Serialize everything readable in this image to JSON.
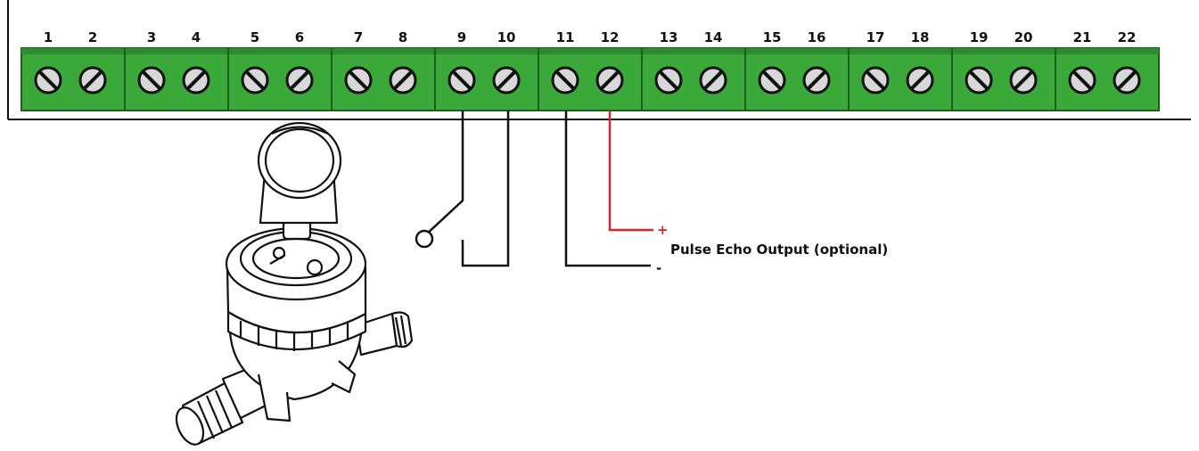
{
  "terminal_block": {
    "terminals": [
      "1",
      "2",
      "3",
      "4",
      "5",
      "6",
      "7",
      "8",
      "9",
      "10",
      "11",
      "12",
      "13",
      "14",
      "15",
      "16",
      "17",
      "18",
      "19",
      "20",
      "21",
      "22"
    ],
    "block_color": "#3aa93a",
    "block_dark": "#1d5e1d"
  },
  "wiring": {
    "wire_color": "#111111",
    "positive_color": "#d9252a",
    "plus_sign": "+",
    "minus_sign": "-",
    "pulse_label": "Pulse Echo Output (optional)"
  },
  "meter": {
    "icon": "water-meter-icon"
  }
}
